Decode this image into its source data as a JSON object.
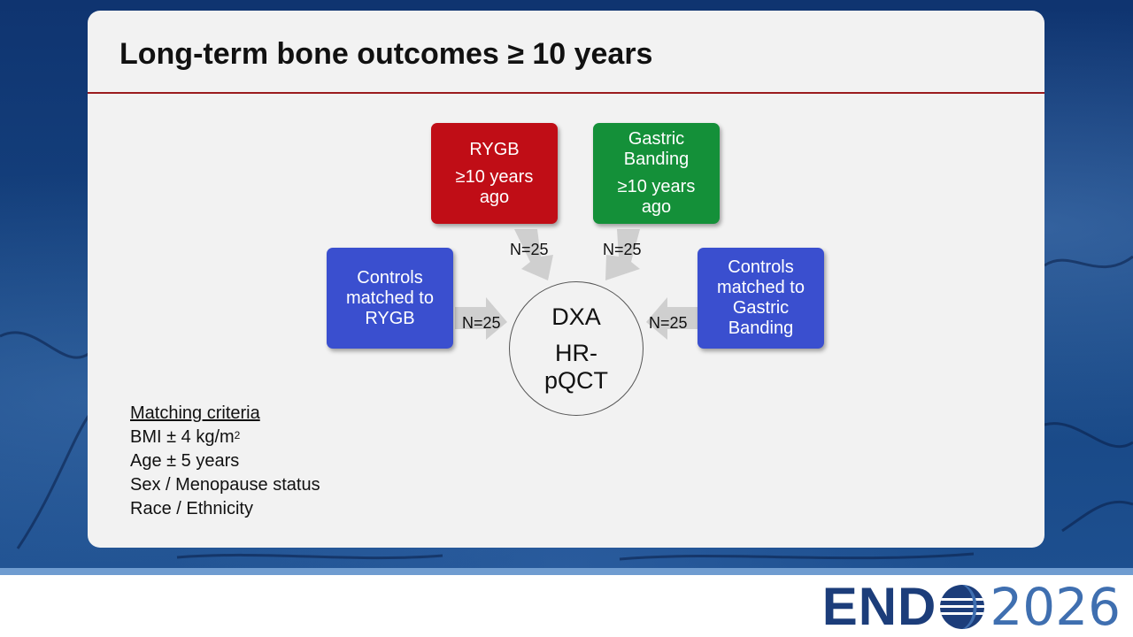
{
  "slide": {
    "title": "Long-term bone outcomes ≥ 10 years"
  },
  "diagram": {
    "rygb": {
      "line1": "RYGB",
      "line2": "≥10 years ago"
    },
    "banding": {
      "line1": "Gastric Banding",
      "line2": "≥10 years ago"
    },
    "controls_rygb": {
      "text": "Controls matched to RYGB"
    },
    "controls_banding": {
      "text": "Controls matched to Gastric Banding"
    },
    "center": {
      "line1": "DXA",
      "line2": "HR-pQCT"
    },
    "n_labels": {
      "rygb": "N=25",
      "banding": "N=25",
      "controls_rygb": "N=25",
      "controls_banding": "N=25"
    }
  },
  "criteria": {
    "heading": "Matching criteria",
    "bmi_text": "BMI ± 4 kg/m",
    "bmi_sup": "2",
    "items": [
      "Age ± 5 years",
      "Sex / Menopause status",
      "Race / Ethnicity"
    ]
  },
  "footer": {
    "logo_word": "END",
    "logo_year": "2026"
  },
  "colors": {
    "rygb": "#c00d16",
    "banding": "#149039",
    "controls": "#3a4fcf",
    "rule": "#9b1c1f",
    "background": "#123a73"
  }
}
